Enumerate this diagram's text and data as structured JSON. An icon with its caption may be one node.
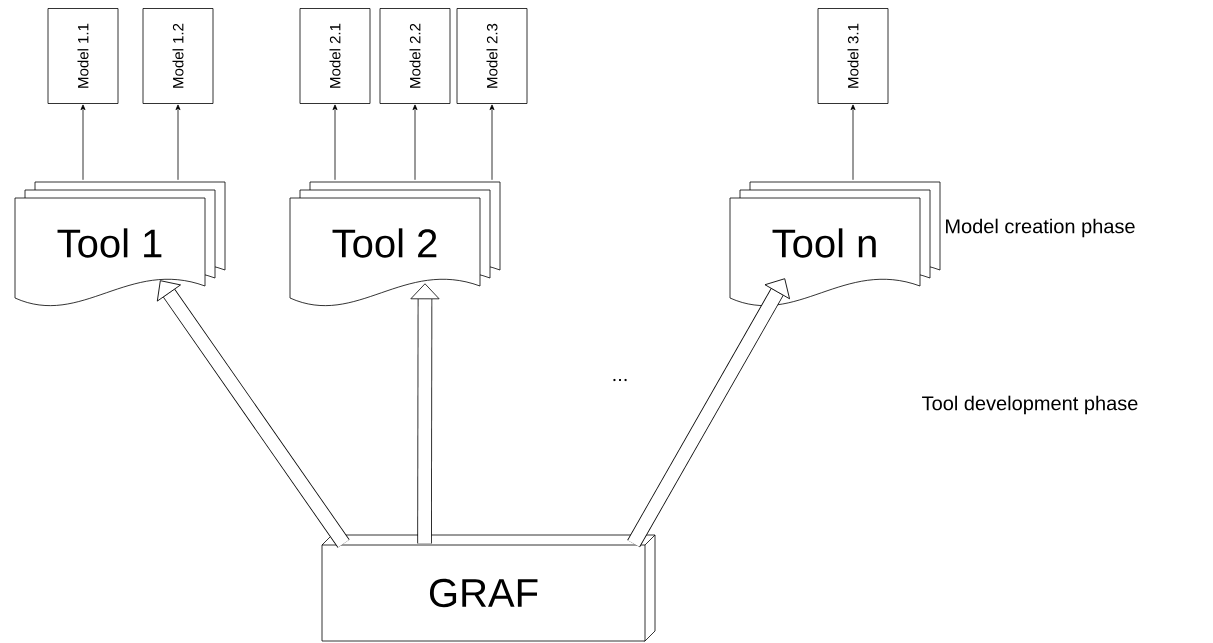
{
  "diagram": {
    "nodes": [
      {
        "text": [
          "Model 1.1"
        ]
      },
      {
        "text": [
          "Model 1.2"
        ]
      },
      {
        "text": [
          "Model 2.1"
        ]
      },
      {
        "text": [
          "Model 2.2"
        ]
      },
      {
        "text": [
          "Model 2.3"
        ]
      },
      {
        "text": [
          "Model 3.1"
        ]
      },
      {
        "text": [
          "Tool 1"
        ]
      },
      {
        "text": [
          "Tool 2"
        ]
      },
      {
        "text": [
          "Tool n"
        ]
      },
      {
        "text": [
          "GRAF"
        ]
      }
    ],
    "edges": [
      {
        "from": 6,
        "to": 0,
        "arrow": "to"
      },
      {
        "from": 6,
        "to": 1,
        "arrow": "to"
      },
      {
        "from": 7,
        "to": 2,
        "arrow": "to"
      },
      {
        "from": 7,
        "to": 3,
        "arrow": "to"
      },
      {
        "from": 7,
        "to": 4,
        "arrow": "to"
      },
      {
        "from": 8,
        "to": 5,
        "arrow": "to"
      },
      {
        "from": 9,
        "to": 6,
        "arrow": "to",
        "style": "thick"
      },
      {
        "from": 9,
        "to": 7,
        "arrow": "to",
        "style": "thick"
      },
      {
        "from": 9,
        "to": 8,
        "arrow": "to",
        "style": "thick"
      }
    ],
    "labels": [
      "Model creation phase",
      "...",
      "Tool development phase"
    ]
  }
}
